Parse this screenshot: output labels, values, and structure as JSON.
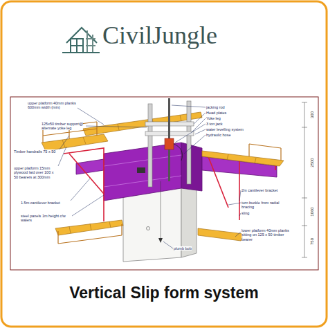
{
  "diagram": {
    "title": "Vertical Slip form system",
    "labels": [
      "CivilJungle",
      "upper platform 40mm planks 600mm width (min)",
      "125x50 timber support@ alternate yoke leg",
      "Timber handrails 75 x 50",
      "upper platform 15mm plywood laid over 100 x 50 bearers at 300mm",
      "1.5m cantilever bracket",
      "steel panels 1m height c/w walers",
      "jacking rod",
      "Head plates",
      "Yoke leg",
      "3 ton jack",
      "water levelling system",
      "hydraulic hose",
      "2m cantilever bracket",
      "turn buckle from radial bracing",
      "sling",
      "lower platform 40mm planks sitting on 125 x 50 timber bearer",
      "plumb bob",
      "300",
      "2500",
      "1060",
      "750"
    ]
  }
}
